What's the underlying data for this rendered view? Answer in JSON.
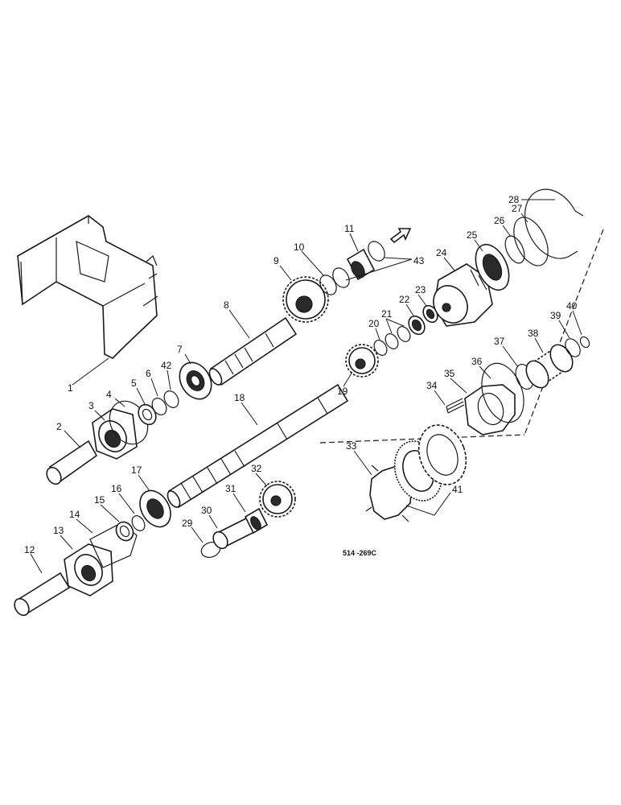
{
  "drawing_code": "514 -269C",
  "callouts": {
    "c1": "1",
    "c2": "2",
    "c3": "3",
    "c4": "4",
    "c5": "5",
    "c6": "6",
    "c7": "7",
    "c8": "8",
    "c9": "9",
    "c10": "10",
    "c11": "11",
    "c12": "12",
    "c13": "13",
    "c14": "14",
    "c15": "15",
    "c16": "16",
    "c17": "17",
    "c18": "18",
    "c19": "19",
    "c20": "20",
    "c21": "21",
    "c22": "22",
    "c23": "23",
    "c24": "24",
    "c25": "25",
    "c26": "26",
    "c27": "27",
    "c28": "28",
    "c29": "29",
    "c30": "30",
    "c31": "31",
    "c32": "32",
    "c33": "33",
    "c34": "34",
    "c35": "35",
    "c36": "36",
    "c37": "37",
    "c38": "38",
    "c39": "39",
    "c40": "40",
    "c41": "41",
    "c42": "42",
    "c43": "43"
  }
}
